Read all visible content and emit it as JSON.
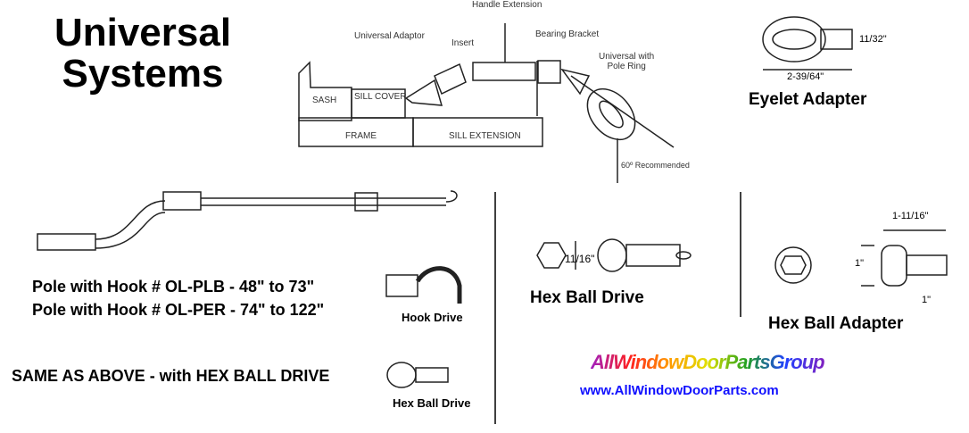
{
  "title": [
    "Universal",
    "Systems"
  ],
  "install_diagram": {
    "labels": {
      "handle_extension": "Handle Extension",
      "universal_adaptor": "Universal Adaptor",
      "insert": "Insert",
      "bearing_bracket": "Bearing Bracket",
      "universal_pole_ring": [
        "Universal with",
        "Pole Ring"
      ],
      "sash": "SASH",
      "sill_cover": "SILL COVER",
      "frame": "FRAME",
      "sill_extension": "SILL EXTENSION",
      "angle": "60º Recommended"
    }
  },
  "eyelet_adapter": {
    "label": "Eyelet Adapter",
    "dims": [
      "11/32\"",
      "2-39/64\""
    ]
  },
  "pole": {
    "lines": [
      "Pole with Hook # OL-PLB - 48\" to 73\"",
      "Pole with Hook # OL-PER - 74\" to 122\""
    ],
    "hook_drive": "Hook Drive",
    "same_as_above": "SAME AS ABOVE - with HEX BALL DRIVE",
    "hex_ball_drive": "Hex Ball Drive"
  },
  "hex_ball_drive": {
    "label": "Hex Ball Drive",
    "dim": "11/16\""
  },
  "hex_ball_adapter": {
    "label": "Hex Ball Adapter",
    "dims": [
      "1-11/16\"",
      "1\"",
      "1\""
    ]
  },
  "brand": {
    "logo": "AllWindowDoorPartsGroup",
    "url": "www.AllWindowDoorParts.com"
  }
}
